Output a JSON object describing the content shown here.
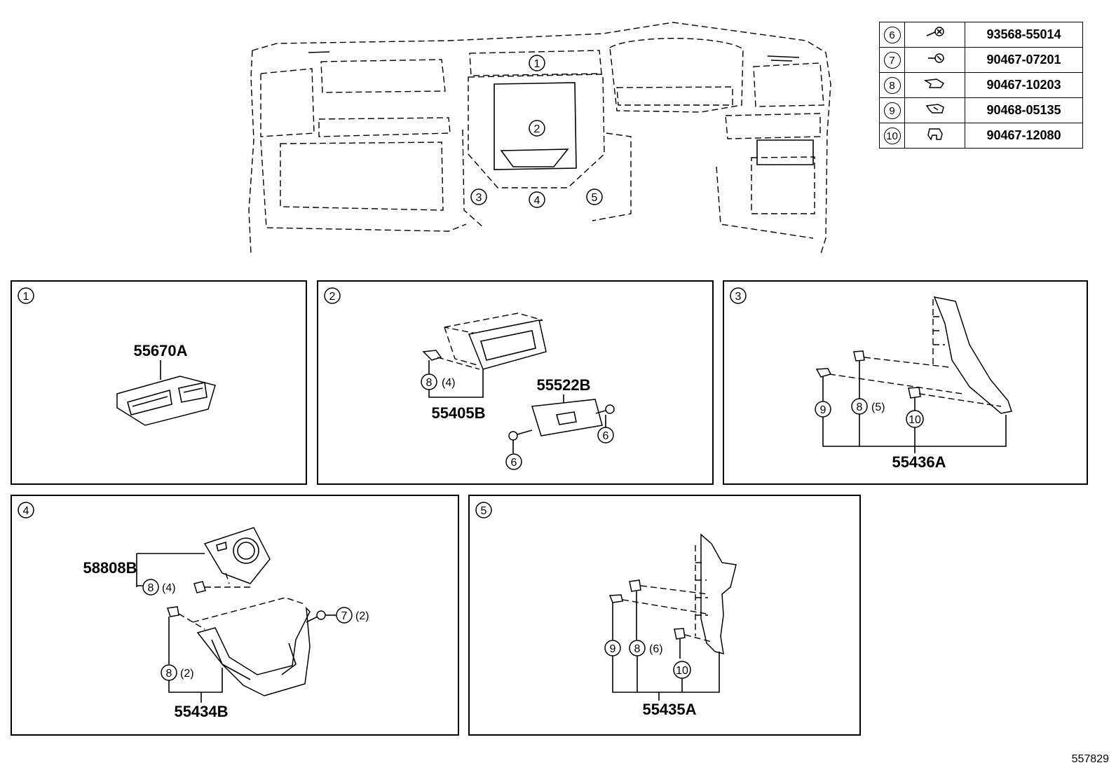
{
  "diagram_id": "557829",
  "parts_table": [
    {
      "index": "6",
      "icon": "screw-icon",
      "part_number": "93568-55014"
    },
    {
      "index": "7",
      "icon": "clip-icon",
      "part_number": "90467-07201"
    },
    {
      "index": "8",
      "icon": "clip-icon",
      "part_number": "90467-10203"
    },
    {
      "index": "9",
      "icon": "clip-icon",
      "part_number": "90468-05135"
    },
    {
      "index": "10",
      "icon": "clip-icon",
      "part_number": "90467-12080"
    }
  ],
  "overview": {
    "callouts": [
      "1",
      "2",
      "3",
      "4",
      "5"
    ]
  },
  "panels": {
    "p1": {
      "number": "1",
      "part": "55670A"
    },
    "p2": {
      "number": "2",
      "part_main": "55405B",
      "part_sub": "55522B",
      "c8": "8",
      "c8_qty": "(4)",
      "c6a": "6",
      "c6b": "6"
    },
    "p3": {
      "number": "3",
      "part": "55436A",
      "c9": "9",
      "c8": "8",
      "c8_qty": "(5)",
      "c10": "10"
    },
    "p4": {
      "number": "4",
      "part_top": "58808B",
      "part_bottom": "55434B",
      "c8a": "8",
      "c8a_qty": "(4)",
      "c7": "7",
      "c7_qty": "(2)",
      "c8b": "8",
      "c8b_qty": "(2)"
    },
    "p5": {
      "number": "5",
      "part": "55435A",
      "c9": "9",
      "c8": "8",
      "c8_qty": "(6)",
      "c10": "10"
    }
  }
}
